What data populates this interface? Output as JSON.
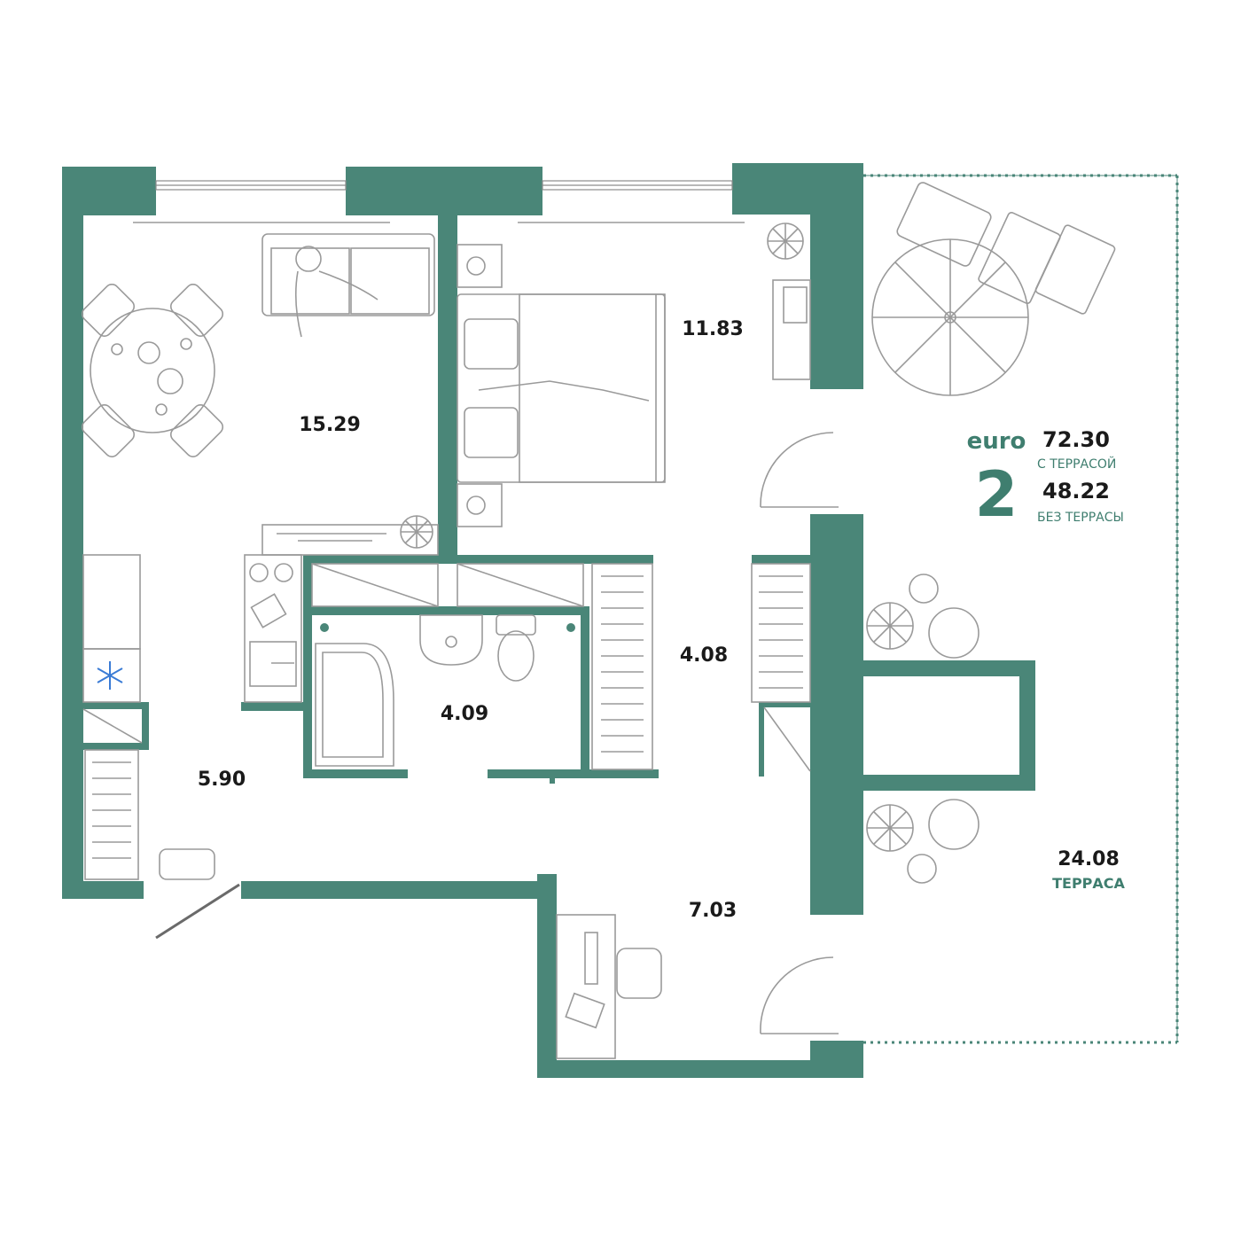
{
  "colors": {
    "wall": "#4a8678",
    "accent_text": "#3f7e6f",
    "furniture": "#9a9a9a"
  },
  "rooms": [
    {
      "id": "living",
      "area": "15.29"
    },
    {
      "id": "bedroom",
      "area": "11.83"
    },
    {
      "id": "bathroom",
      "area": "4.09"
    },
    {
      "id": "wardrobe",
      "area": "4.08"
    },
    {
      "id": "hall",
      "area": "5.90"
    },
    {
      "id": "corridor",
      "area": "7.03"
    }
  ],
  "terrace": {
    "area": "24.08",
    "label": "ТЕРРАСА"
  },
  "summary": {
    "brand": "euro",
    "rooms_count": "2",
    "total_area": "72.30",
    "total_caption": "С ТЕРРАСОЙ",
    "net_area": "48.22",
    "net_caption": "БЕЗ ТЕРРАСЫ"
  },
  "icons": [
    "snowflake-icon",
    "plant-icon",
    "umbrella-icon"
  ]
}
